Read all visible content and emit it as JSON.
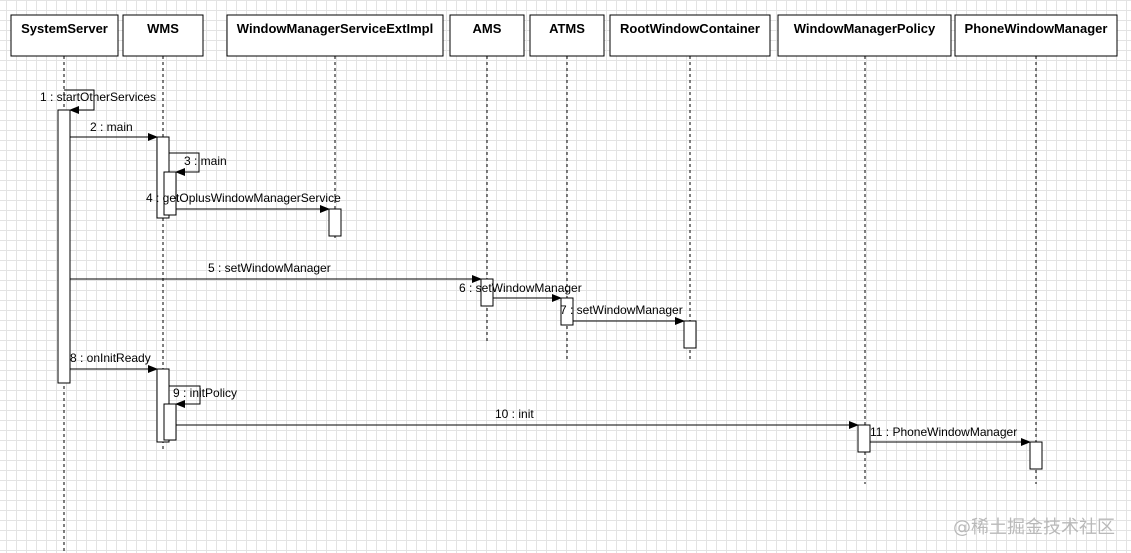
{
  "participants": [
    {
      "id": "system-server",
      "label": "SystemServer"
    },
    {
      "id": "wms",
      "label": "WMS"
    },
    {
      "id": "wms-ext",
      "label": "WindowManagerServiceExtImpl"
    },
    {
      "id": "ams",
      "label": "AMS"
    },
    {
      "id": "atms",
      "label": "ATMS"
    },
    {
      "id": "root-window-container",
      "label": "RootWindowContainer"
    },
    {
      "id": "window-manager-policy",
      "label": "WindowManagerPolicy"
    },
    {
      "id": "phone-window-manager",
      "label": "PhoneWindowManager"
    }
  ],
  "messages": [
    {
      "id": "m1",
      "label": "1 : startOtherServices",
      "from": "system-server",
      "to": "system-server",
      "self": true
    },
    {
      "id": "m2",
      "label": "2 : main",
      "from": "system-server",
      "to": "wms"
    },
    {
      "id": "m3",
      "label": "3 : main",
      "from": "wms",
      "to": "wms",
      "self": true
    },
    {
      "id": "m4",
      "label": "4 : getOplusWindowManagerService",
      "from": "wms",
      "to": "wms-ext"
    },
    {
      "id": "m5",
      "label": "5 : setWindowManager",
      "from": "system-server",
      "to": "ams"
    },
    {
      "id": "m6",
      "label": "6 : setWindowManager",
      "from": "ams",
      "to": "atms"
    },
    {
      "id": "m7",
      "label": "7 : setWindowManager",
      "from": "atms",
      "to": "root-window-container"
    },
    {
      "id": "m8",
      "label": "8 : onInitReady",
      "from": "system-server",
      "to": "wms"
    },
    {
      "id": "m9",
      "label": "9 : initPolicy",
      "from": "wms",
      "to": "wms",
      "self": true
    },
    {
      "id": "m10",
      "label": "10 : init",
      "from": "wms",
      "to": "window-manager-policy"
    },
    {
      "id": "m11",
      "label": "11 : PhoneWindowManager",
      "from": "window-manager-policy",
      "to": "phone-window-manager"
    }
  ],
  "watermark": "@稀土掘金技术社区",
  "colors": {
    "grid": "#e3e3e3",
    "line": "#000000",
    "watermark": "#b9b9b9"
  }
}
